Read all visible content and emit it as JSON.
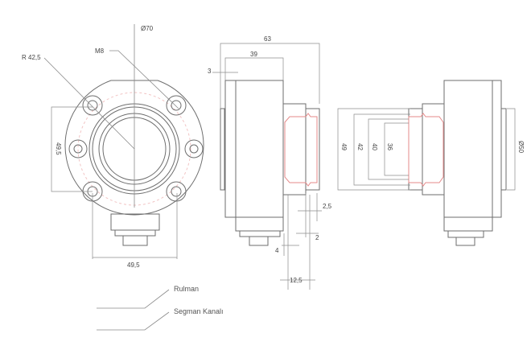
{
  "front_view": {
    "diameter_label": "Ø70",
    "thread_label": "M8",
    "radius_label": "R 42,5",
    "vertical_dim": "49,5",
    "horizontal_dim": "49,5"
  },
  "side_view": {
    "overall_length": "63",
    "body_length": "39",
    "plate_thickness": "3",
    "dim_2_5": "2,5",
    "dim_2": "2",
    "dim_4": "4",
    "dim_12_5": "12,5"
  },
  "section_view": {
    "dims": [
      "49",
      "42",
      "40",
      "36"
    ],
    "plate_diameter": "Ø50"
  },
  "legend": {
    "items": [
      {
        "label": "Rulman"
      },
      {
        "label": "Segman Kanalı"
      }
    ]
  },
  "colors": {
    "line": "#6e6e6e",
    "highlight": "#e58a8a"
  }
}
